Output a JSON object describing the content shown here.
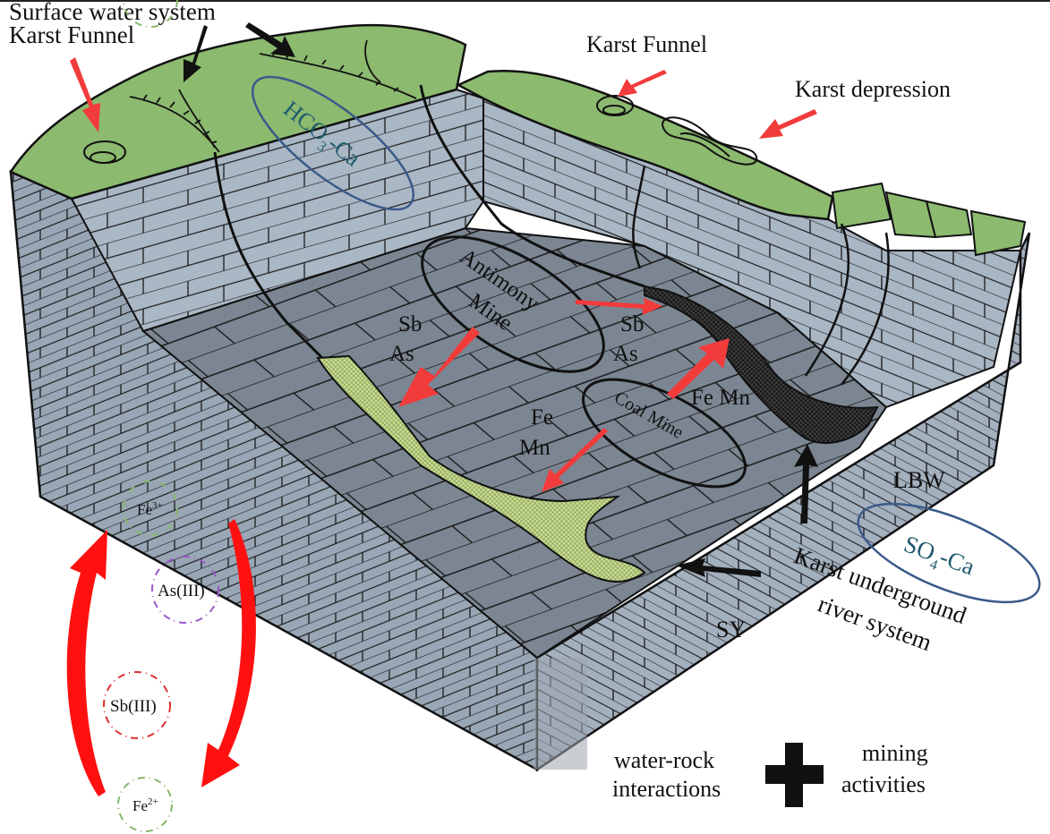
{
  "figure": {
    "type": "geological block diagram",
    "labels": {
      "surface_water_system": "Surface water system",
      "karst_funnel_left": "Karst Funnel",
      "karst_funnel_right": "Karst Funnel",
      "karst_depression": "Karst depression",
      "hco3_ca": {
        "main": "HCO",
        "sub": "3",
        "tail": "-Ca"
      },
      "so4_ca": {
        "main": "SO",
        "sub": "4",
        "tail": "-Ca"
      },
      "antimony_mine": {
        "line1": "Antimony",
        "line2": "Mine"
      },
      "coal_mine": "Coal Mine",
      "sb_as_left": {
        "line1": "Sb",
        "line2": "As"
      },
      "sb_as_right": {
        "line1": "Sb",
        "line2": "As"
      },
      "fe_mn_center": {
        "line1": "Fe",
        "line2": "Mn"
      },
      "fe_mn_right": "Fe Mn",
      "lbw": "LBW",
      "sy": "SY",
      "karst_underground_river": {
        "line1": "Karst underground",
        "line2": "river system"
      },
      "water_rock": {
        "line1": "water-rock",
        "line2": "interactions"
      },
      "mining": {
        "line1": "mining",
        "line2": "activities"
      }
    },
    "cycle": {
      "fe3": {
        "base": "Fe",
        "sup": "3+"
      },
      "as3": "As(III)",
      "sb3": "Sb(III)",
      "fe2": {
        "base": "Fe",
        "sup": "2+"
      }
    },
    "colors": {
      "grass": "#8cba6f",
      "limestone_light": "#a7b4c2",
      "limestone_floor": "#7a8591",
      "river_yellow": "#c5d98a",
      "river_dark": "#1c1c1c",
      "arrow_red": "#f23b3b",
      "ellipse_blue": "#3a5a8a",
      "ring_green": "#86b86a",
      "ring_purple": "#9b59c9",
      "ring_red": "#e03030"
    }
  }
}
